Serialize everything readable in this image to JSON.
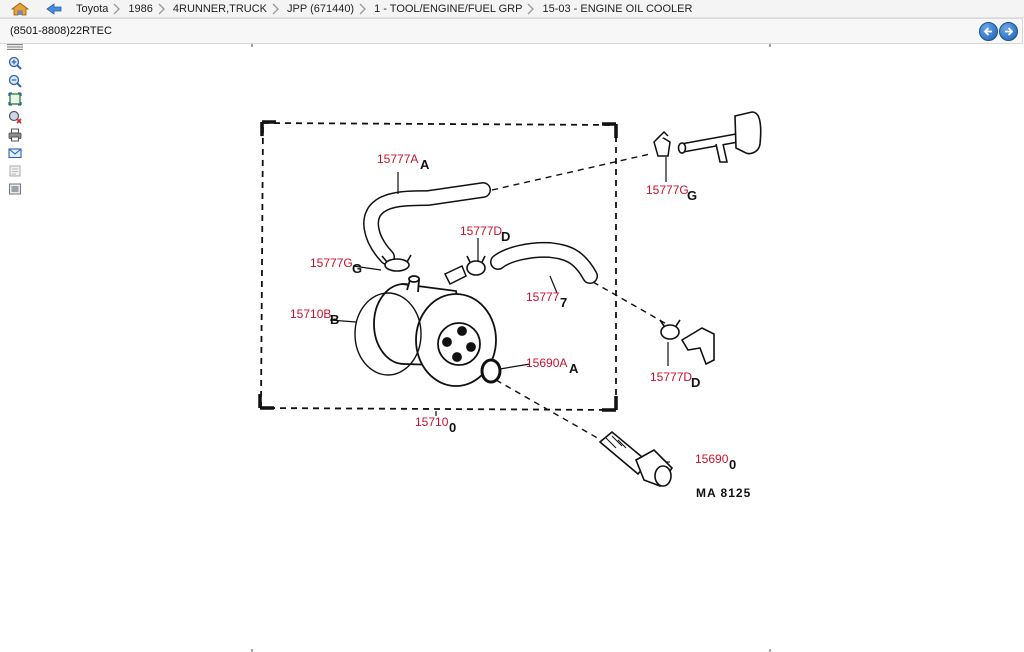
{
  "breadcrumb": {
    "items": [
      {
        "label": "Toyota"
      },
      {
        "label": "1986"
      },
      {
        "label": "4RUNNER,TRUCK"
      },
      {
        "label": "JPP (671440)"
      },
      {
        "label": "1 - TOOL/ENGINE/FUEL GRP"
      },
      {
        "label": "15-03 - ENGINE OIL COOLER"
      }
    ]
  },
  "header": {
    "title": "(8501-8808)22RTEC"
  },
  "colors": {
    "callout": "#c8102e",
    "nav_button": "#1e5fb3"
  },
  "toolbar": {
    "icons": [
      "zoom-in-icon",
      "zoom-out-icon",
      "fit-page-icon",
      "clear-highlight-icon",
      "print-icon",
      "email-icon",
      "page-icon",
      "image-icon"
    ]
  },
  "diagram": {
    "callouts": [
      {
        "label": "15777A",
        "suffix": "A"
      },
      {
        "label": "15777G",
        "suffix": "G"
      },
      {
        "label": "15777D",
        "suffix": "D"
      },
      {
        "label": "15777G",
        "suffix": "G"
      },
      {
        "label": "15777",
        "suffix": "7"
      },
      {
        "label": "15710B",
        "suffix": "B"
      },
      {
        "label": "15690A",
        "suffix": "A"
      },
      {
        "label": "15777D",
        "suffix": "D"
      },
      {
        "label": "15710",
        "suffix": "0"
      },
      {
        "label": "15690",
        "suffix": "0"
      }
    ],
    "figure_code": "MA 8125"
  }
}
